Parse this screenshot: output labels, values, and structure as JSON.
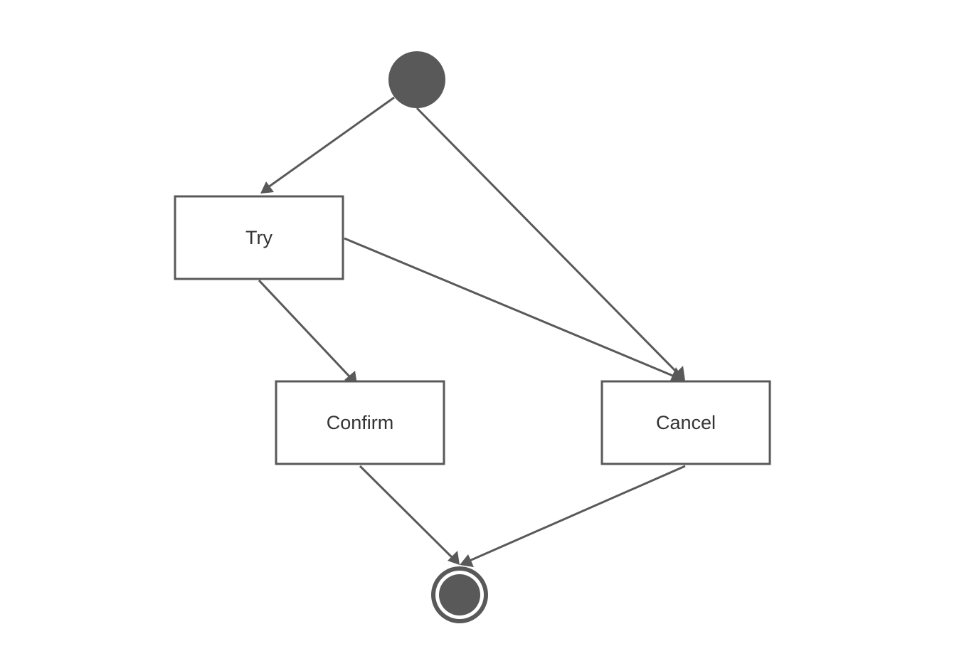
{
  "diagram": {
    "type": "state-machine",
    "colors": {
      "stroke": "#595959",
      "fill_dark": "#595959",
      "text": "#333333",
      "background": "#ffffff"
    },
    "nodes": [
      {
        "id": "start",
        "kind": "initial-state"
      },
      {
        "id": "try",
        "kind": "state",
        "label": "Try"
      },
      {
        "id": "confirm",
        "kind": "state",
        "label": "Confirm"
      },
      {
        "id": "cancel",
        "kind": "state",
        "label": "Cancel"
      },
      {
        "id": "end",
        "kind": "final-state"
      }
    ],
    "edges": [
      {
        "from": "start",
        "to": "try"
      },
      {
        "from": "start",
        "to": "cancel"
      },
      {
        "from": "try",
        "to": "confirm"
      },
      {
        "from": "try",
        "to": "cancel"
      },
      {
        "from": "confirm",
        "to": "end"
      },
      {
        "from": "cancel",
        "to": "end"
      }
    ]
  }
}
